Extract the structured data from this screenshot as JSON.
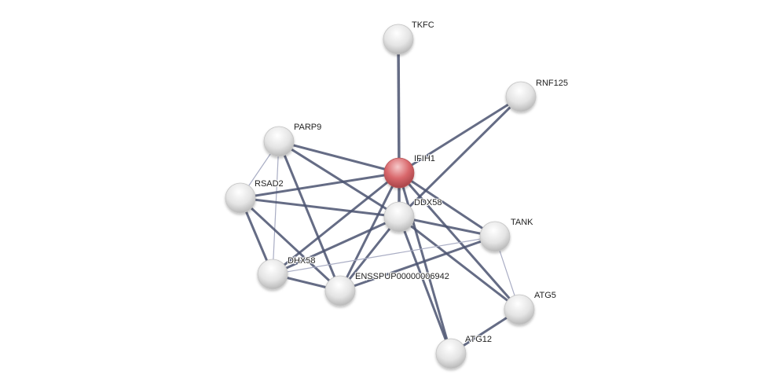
{
  "network": {
    "nodes": [
      {
        "id": "TKFC",
        "label": "TKFC",
        "query": false
      },
      {
        "id": "RNF125",
        "label": "RNF125",
        "query": false
      },
      {
        "id": "PARP9",
        "label": "PARP9",
        "query": false
      },
      {
        "id": "IFIH1",
        "label": "IFIH1",
        "query": true
      },
      {
        "id": "RSAD2",
        "label": "RSAD2",
        "query": false
      },
      {
        "id": "DDX58",
        "label": "DDX58",
        "query": false
      },
      {
        "id": "TANK",
        "label": "TANK",
        "query": false
      },
      {
        "id": "DHX58",
        "label": "DHX58",
        "query": false
      },
      {
        "id": "ENSSPUP",
        "label": "ENSSPUP00000006942",
        "query": false
      },
      {
        "id": "ATG5",
        "label": "ATG5",
        "query": false
      },
      {
        "id": "ATG12",
        "label": "ATG12",
        "query": false
      }
    ],
    "edges": [
      [
        "TKFC",
        "IFIH1",
        "strong"
      ],
      [
        "RNF125",
        "IFIH1",
        "medium"
      ],
      [
        "RNF125",
        "DDX58",
        "medium"
      ],
      [
        "PARP9",
        "IFIH1",
        "medium"
      ],
      [
        "PARP9",
        "DDX58",
        "medium"
      ],
      [
        "PARP9",
        "RSAD2",
        "weak"
      ],
      [
        "PARP9",
        "DHX58",
        "weak"
      ],
      [
        "PARP9",
        "ENSSPUP",
        "medium"
      ],
      [
        "RSAD2",
        "IFIH1",
        "medium"
      ],
      [
        "RSAD2",
        "DDX58",
        "medium"
      ],
      [
        "RSAD2",
        "DHX58",
        "medium"
      ],
      [
        "RSAD2",
        "ENSSPUP",
        "medium"
      ],
      [
        "IFIH1",
        "DDX58",
        "strong"
      ],
      [
        "IFIH1",
        "DHX58",
        "medium"
      ],
      [
        "IFIH1",
        "ENSSPUP",
        "medium"
      ],
      [
        "IFIH1",
        "TANK",
        "medium"
      ],
      [
        "IFIH1",
        "ATG5",
        "medium"
      ],
      [
        "IFIH1",
        "ATG12",
        "medium"
      ],
      [
        "DDX58",
        "DHX58",
        "medium"
      ],
      [
        "DDX58",
        "ENSSPUP",
        "medium"
      ],
      [
        "DDX58",
        "TANK",
        "medium"
      ],
      [
        "DDX58",
        "ATG5",
        "medium"
      ],
      [
        "DDX58",
        "ATG12",
        "medium"
      ],
      [
        "DHX58",
        "ENSSPUP",
        "medium"
      ],
      [
        "DHX58",
        "TANK",
        "weak"
      ],
      [
        "ENSSPUP",
        "TANK",
        "medium"
      ],
      [
        "TANK",
        "ATG5",
        "weak"
      ],
      [
        "ATG5",
        "ATG12",
        "medium"
      ]
    ],
    "colors": {
      "edge": "#4a5270",
      "edge_weak": "#a9adc4",
      "node": "#e6e6e6",
      "query_node": "#d96a6e"
    }
  }
}
